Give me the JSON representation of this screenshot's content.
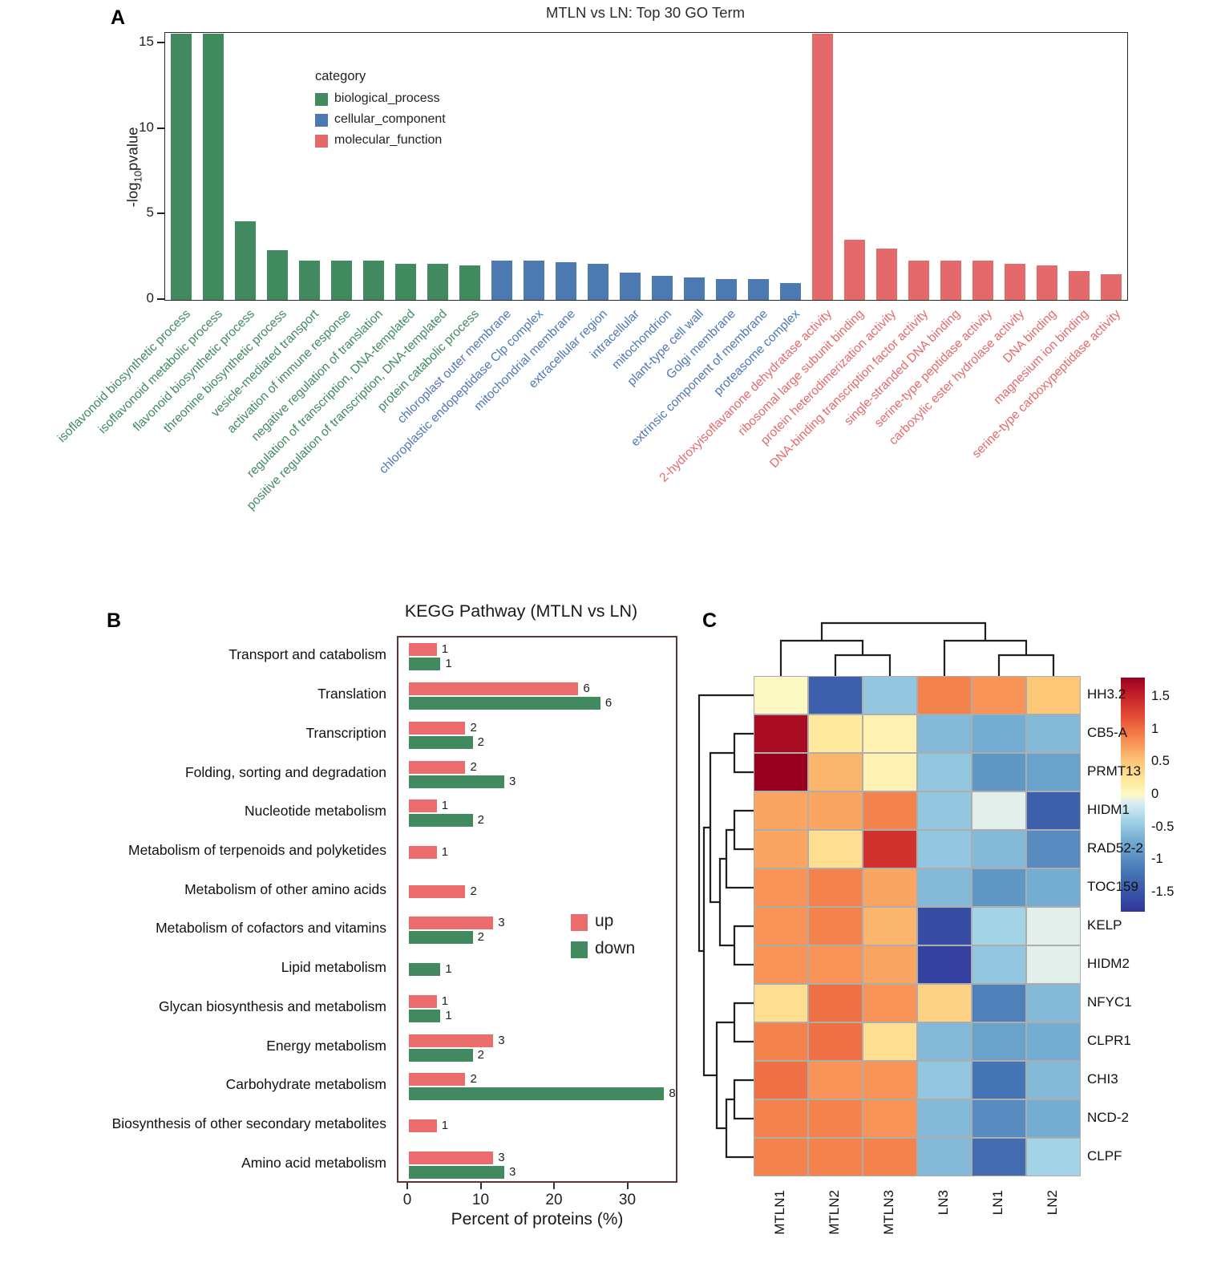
{
  "figure": {
    "background": "#ffffff",
    "panels": [
      {
        "label": "A"
      },
      {
        "label": "B"
      },
      {
        "label": "C"
      }
    ],
    "panelA": {
      "ylabel_pre": "-log",
      "ylabel_sub": "10",
      "ylabel_post": "pvalue"
    }
  },
  "chart_data": [
    {
      "id": "go-term-bar",
      "type": "bar",
      "title": "MTLN vs LN: Top 30 GO Term",
      "ylabel": "-log10 pvalue",
      "ylim": [
        0,
        15.8
      ],
      "yticks": [
        0,
        5,
        10,
        15
      ],
      "legend_title": "category",
      "legend_items": [
        {
          "key": "biological_process",
          "label": "biological_process",
          "color": "#418a60"
        },
        {
          "key": "cellular_component",
          "label": "cellular_component",
          "color": "#4d79b2"
        },
        {
          "key": "molecular_function",
          "label": "molecular_function",
          "color": "#e4696a"
        }
      ],
      "bars": [
        {
          "term": "isoflavonoid biosynthetic process",
          "category": "biological_process",
          "value": 15.8
        },
        {
          "term": "isoflavonoid metabolic process",
          "category": "biological_process",
          "value": 15.8
        },
        {
          "term": "flavonoid biosynthetic process",
          "category": "biological_process",
          "value": 4.6
        },
        {
          "term": "threonine biosynthetic process",
          "category": "biological_process",
          "value": 2.9
        },
        {
          "term": "vesicle-mediated transport",
          "category": "biological_process",
          "value": 2.3
        },
        {
          "term": "activation of immune response",
          "category": "biological_process",
          "value": 2.3
        },
        {
          "term": "negative regulation of translation",
          "category": "biological_process",
          "value": 2.3
        },
        {
          "term": "regulation of transcription, DNA-templated",
          "category": "biological_process",
          "value": 2.1
        },
        {
          "term": "positive regulation of transcription, DNA-templated",
          "category": "biological_process",
          "value": 2.1
        },
        {
          "term": "protein catabolic process",
          "category": "biological_process",
          "value": 2.0
        },
        {
          "term": "chloroplast outer membrane",
          "category": "cellular_component",
          "value": 2.3
        },
        {
          "term": "chloroplastic endopeptidase Clp complex",
          "category": "cellular_component",
          "value": 2.3
        },
        {
          "term": "mitochondrial membrane",
          "category": "cellular_component",
          "value": 2.2
        },
        {
          "term": "extracellular region",
          "category": "cellular_component",
          "value": 2.1
        },
        {
          "term": "intracellular",
          "category": "cellular_component",
          "value": 1.6
        },
        {
          "term": "mitochondrion",
          "category": "cellular_component",
          "value": 1.4
        },
        {
          "term": "plant-type cell wall",
          "category": "cellular_component",
          "value": 1.3
        },
        {
          "term": "Golgi membrane",
          "category": "cellular_component",
          "value": 1.2
        },
        {
          "term": "extrinsic component of membrane",
          "category": "cellular_component",
          "value": 1.2
        },
        {
          "term": "proteasome complex",
          "category": "cellular_component",
          "value": 1.0
        },
        {
          "term": "2-hydroxyisoflavanone dehydratase activity",
          "category": "molecular_function",
          "value": 15.8
        },
        {
          "term": "ribosomal large subunit binding",
          "category": "molecular_function",
          "value": 3.5
        },
        {
          "term": "protein heterodimerization activity",
          "category": "molecular_function",
          "value": 3.0
        },
        {
          "term": "DNA-binding transcription factor activity",
          "category": "molecular_function",
          "value": 2.3
        },
        {
          "term": "single-stranded DNA binding",
          "category": "molecular_function",
          "value": 2.3
        },
        {
          "term": "serine-type peptidase activity",
          "category": "molecular_function",
          "value": 2.3
        },
        {
          "term": "carboxylic ester hydrolase activity",
          "category": "molecular_function",
          "value": 2.1
        },
        {
          "term": "DNA binding",
          "category": "molecular_function",
          "value": 2.0
        },
        {
          "term": "magnesium ion binding",
          "category": "molecular_function",
          "value": 1.7
        },
        {
          "term": "serine-type carboxypeptidase activity",
          "category": "molecular_function",
          "value": 1.5
        }
      ]
    },
    {
      "id": "kegg-pathway-bar",
      "type": "bar",
      "orientation": "horizontal",
      "title": "KEGG Pathway (MTLN vs LN)",
      "xlabel": "Percent of proteins (%)",
      "xlim": [
        0,
        36.5
      ],
      "xticks": [
        0,
        10,
        20,
        30
      ],
      "pathways": [
        "Transport and catabolism",
        "Translation",
        "Transcription",
        "Folding, sorting and degradation",
        "Nucleotide metabolism",
        "Metabolism of terpenoids and polyketides",
        "Metabolism of other amino acids",
        "Metabolism of cofactors and vitamins",
        "Lipid metabolism",
        "Glycan biosynthesis and metabolism",
        "Energy metabolism",
        "Carbohydrate metabolism",
        "Biosynthesis of other secondary metabolites",
        "Amino acid metabolism"
      ],
      "series": [
        {
          "name": "up",
          "color": "#ea6c6c",
          "percent": [
            3.8,
            23.1,
            7.7,
            7.7,
            3.8,
            3.8,
            7.7,
            11.5,
            null,
            3.8,
            11.5,
            7.7,
            3.8,
            11.5
          ],
          "counts": [
            1,
            6,
            2,
            2,
            1,
            1,
            2,
            3,
            null,
            1,
            3,
            2,
            1,
            3
          ]
        },
        {
          "name": "down",
          "color": "#418a60",
          "percent": [
            4.3,
            26.1,
            8.7,
            13.0,
            8.7,
            null,
            null,
            8.7,
            4.3,
            4.3,
            8.7,
            34.8,
            null,
            13.0
          ],
          "counts": [
            1,
            6,
            2,
            3,
            2,
            null,
            null,
            2,
            1,
            1,
            2,
            8,
            null,
            3
          ]
        }
      ]
    },
    {
      "id": "protein-heatmap",
      "type": "heatmap",
      "columns": [
        "MTLN1",
        "MTLN2",
        "MTLN3",
        "LN3",
        "LN1",
        "LN2"
      ],
      "rows": [
        "HH3.2",
        "CB5-A",
        "PRMT13",
        "HIDM1",
        "RAD52-2",
        "TOC159",
        "KELP",
        "HIDM2",
        "NFYC1",
        "CLPR1",
        "CHI3",
        "NCD-2",
        "CLPF"
      ],
      "values": [
        [
          0.0,
          -1.4,
          -0.5,
          0.9,
          0.8,
          0.5
        ],
        [
          1.7,
          0.2,
          0.1,
          -0.6,
          -0.7,
          -0.6
        ],
        [
          1.8,
          0.6,
          0.1,
          -0.5,
          -0.9,
          -0.8
        ],
        [
          0.7,
          0.7,
          0.9,
          -0.5,
          -0.1,
          -1.4
        ],
        [
          0.7,
          0.3,
          1.4,
          -0.5,
          -0.6,
          -1.0
        ],
        [
          0.8,
          0.9,
          0.7,
          -0.6,
          -0.9,
          -0.7
        ],
        [
          0.8,
          0.9,
          0.6,
          -1.6,
          -0.4,
          -0.1
        ],
        [
          0.8,
          0.8,
          0.7,
          -1.7,
          -0.5,
          -0.1
        ],
        [
          0.3,
          1.0,
          0.8,
          0.4,
          -1.1,
          -0.6
        ],
        [
          0.9,
          1.0,
          0.3,
          -0.6,
          -0.8,
          -0.7
        ],
        [
          1.0,
          0.8,
          0.8,
          -0.5,
          -1.2,
          -0.6
        ],
        [
          0.9,
          0.9,
          0.8,
          -0.6,
          -1.0,
          -0.7
        ],
        [
          0.9,
          0.9,
          0.9,
          -0.6,
          -1.3,
          -0.4
        ]
      ],
      "color_scale": {
        "min": -1.8,
        "max": 1.8,
        "ticks": [
          {
            "value": 1.5,
            "label": "1.5"
          },
          {
            "value": 1.0,
            "label": "1"
          },
          {
            "value": 0.5,
            "label": "0.5"
          },
          {
            "value": 0.0,
            "label": "0"
          },
          {
            "value": -0.5,
            "label": "-0.5"
          },
          {
            "value": -1.0,
            "label": "-1"
          },
          {
            "value": -1.5,
            "label": "-1.5"
          }
        ],
        "stops": [
          [
            -1.8,
            "#30379b"
          ],
          [
            -1.2,
            "#4575b4"
          ],
          [
            -0.7,
            "#74add1"
          ],
          [
            -0.35,
            "#abd9e9"
          ],
          [
            -0.12,
            "#dcedf3"
          ],
          [
            0.0,
            "#fdf9c4"
          ],
          [
            0.2,
            "#fee99e"
          ],
          [
            0.5,
            "#fdc778"
          ],
          [
            0.85,
            "#f78b51"
          ],
          [
            1.2,
            "#e44d34"
          ],
          [
            1.55,
            "#c21d28"
          ],
          [
            1.8,
            "#99001f"
          ]
        ]
      }
    }
  ]
}
